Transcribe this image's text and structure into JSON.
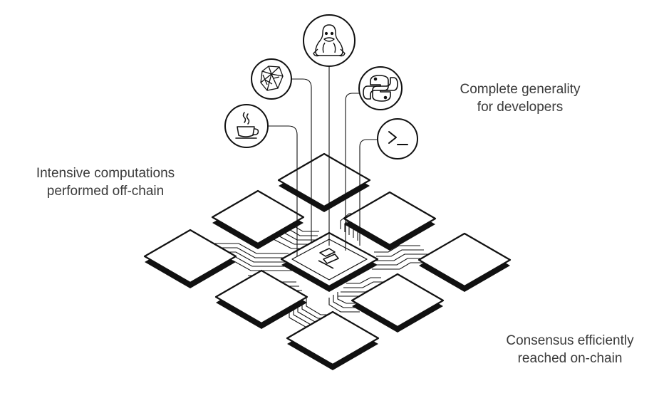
{
  "colors": {
    "stroke": "#111111",
    "text": "#3a3a3a",
    "background": "#ffffff"
  },
  "labels": {
    "generality": {
      "line1": "Complete generality",
      "line2": "for developers"
    },
    "offchain": {
      "line1": "Intensive computations",
      "line2": "performed off-chain"
    },
    "consensus": {
      "line1": "Consensus efficiently",
      "line2": "reached on-chain"
    }
  },
  "icons": [
    {
      "name": "java-icon",
      "symbol": "coffee cup"
    },
    {
      "name": "ruby-icon",
      "symbol": "gem"
    },
    {
      "name": "linux-icon",
      "symbol": "penguin"
    },
    {
      "name": "python-icon",
      "symbol": "python logo"
    },
    {
      "name": "terminal-icon",
      "symbol": "command prompt"
    }
  ],
  "center_logo": {
    "name": "cartesi-logo-icon"
  }
}
